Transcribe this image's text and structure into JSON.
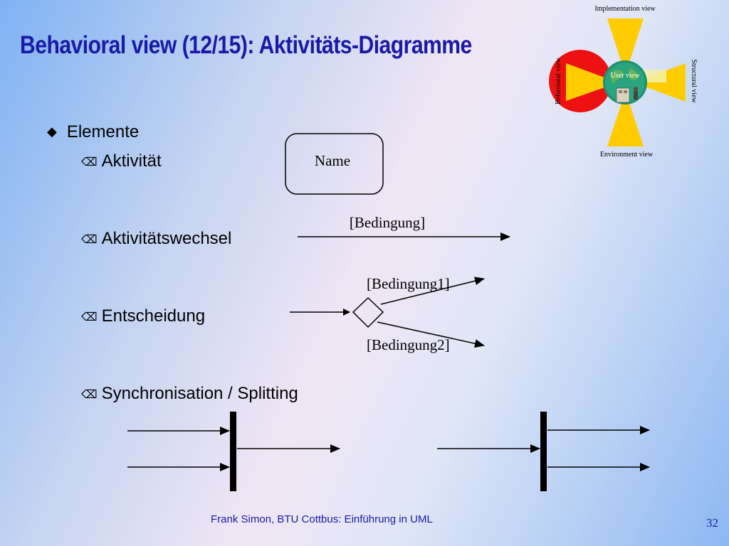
{
  "slide": {
    "title": "Behavioral view (12/15): Aktivitäts-Diagramme",
    "bullets": {
      "level1": {
        "marker": "◆",
        "text": "Elemente"
      },
      "items": [
        {
          "marker": "⌫",
          "text": "Aktivität"
        },
        {
          "marker": "⌫",
          "text": "Aktivitätswechsel"
        },
        {
          "marker": "⌫",
          "text": "Entscheidung"
        },
        {
          "marker": "⌫",
          "text": "Synchronisation / Splitting"
        }
      ]
    },
    "diagram": {
      "activity_name": "Name",
      "transition_guard": "[Bedingung]",
      "decision_guard_1": "[Bedingung1]",
      "decision_guard_2": "[Bedingung2]"
    },
    "views_graphic": {
      "implementation": "Implementation view",
      "behavioral": "Behavioral view",
      "structural": "Structural view",
      "environment": "Environment view",
      "user": "User view"
    },
    "footer": "Frank Simon, BTU Cottbus: Einführung in UML",
    "page_number": "32",
    "colors": {
      "title": "#1a1aa8",
      "behavioral_disc": "#ee1111",
      "petal": "#ffcc00",
      "globe": "#1e8f70"
    }
  }
}
